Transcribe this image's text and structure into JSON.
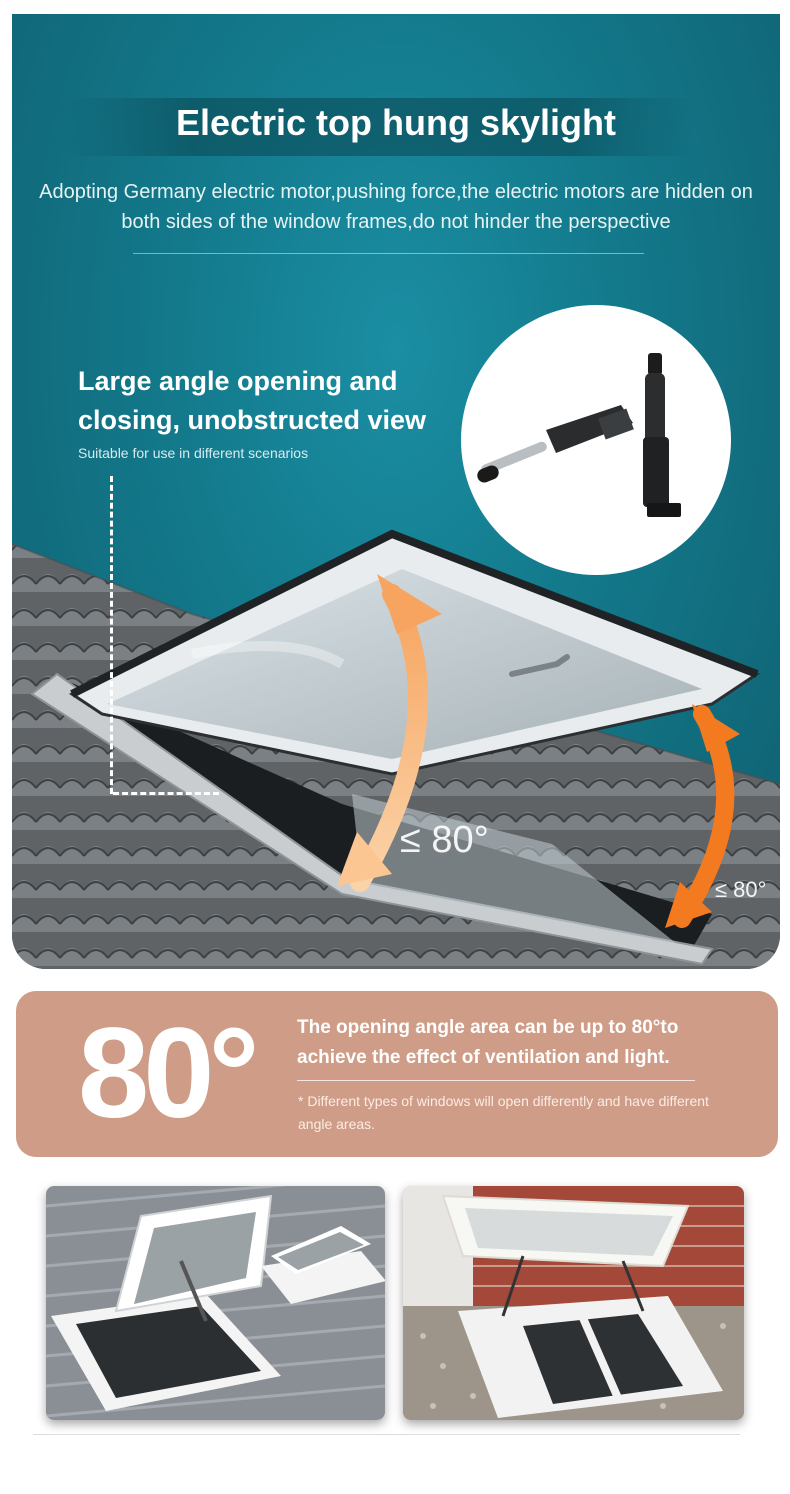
{
  "hero": {
    "title": "Electric top hung skylight",
    "subtitle": "Adopting Germany electric motor,pushing force,the electric motors are hidden on both sides of the window frames,do not hinder the perspective",
    "feature_heading": "Large angle opening and closing, unobstructed view",
    "feature_sub": "Suitable for use in different scenarios",
    "angle_label_main": "≤ 80°",
    "angle_label_side": "≤ 80°"
  },
  "angle_card": {
    "big_value": "80°",
    "description": "The opening angle area can be up to 80°to achieve the effect of ventilation and light.",
    "note": "* Different types of windows will open differently and have different angle areas."
  },
  "colors": {
    "hero_teal": "#137a8c",
    "card_tan": "#cf9d87",
    "arrow_orange": "#f47a20",
    "arrow_light_orange": "#f8b67a"
  }
}
